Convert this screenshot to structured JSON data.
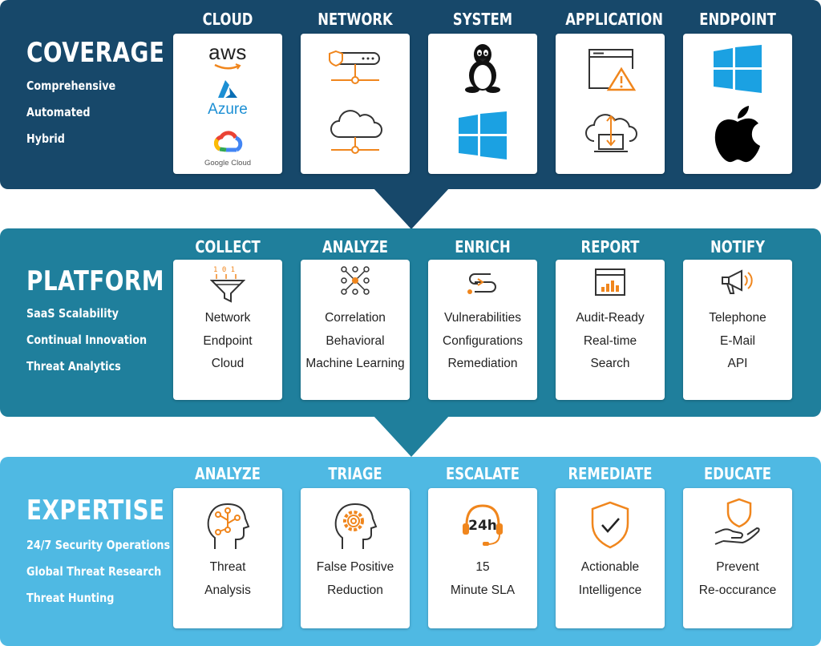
{
  "coverage": {
    "title": "COVERAGE",
    "items": [
      "Comprehensive",
      "Automated",
      "Hybrid"
    ],
    "columns": [
      {
        "title": "CLOUD",
        "labels": [
          "aws",
          "Azure",
          "Google Cloud"
        ]
      },
      {
        "title": "NETWORK"
      },
      {
        "title": "SYSTEM"
      },
      {
        "title": "APPLICATION"
      },
      {
        "title": "ENDPOINT"
      }
    ]
  },
  "platform": {
    "title": "PLATFORM",
    "items": [
      "SaaS Scalability",
      "Continual Innovation",
      "Threat Analytics"
    ],
    "columns": [
      {
        "title": "COLLECT",
        "lines": [
          "Network",
          "Endpoint",
          "Cloud"
        ]
      },
      {
        "title": "ANALYZE",
        "lines": [
          "Correlation",
          "Behavioral",
          "Machine Learning"
        ]
      },
      {
        "title": "ENRICH",
        "lines": [
          "Vulnerabilities",
          "Configurations",
          "Remediation"
        ]
      },
      {
        "title": "REPORT",
        "lines": [
          "Audit-Ready",
          "Real-time",
          "Search"
        ]
      },
      {
        "title": "NOTIFY",
        "lines": [
          "Telephone",
          "E-Mail",
          "API"
        ]
      }
    ]
  },
  "expertise": {
    "title": "EXPERTISE",
    "items": [
      "24/7 Security Operations",
      "Global Threat Research",
      "Threat Hunting"
    ],
    "columns": [
      {
        "title": "ANALYZE",
        "lines": [
          "Threat",
          "Analysis"
        ]
      },
      {
        "title": "TRIAGE",
        "lines": [
          "False Positive",
          "Reduction"
        ]
      },
      {
        "title": "ESCALATE",
        "lines": [
          "15",
          "Minute SLA"
        ],
        "icon_text": "24h"
      },
      {
        "title": "REMEDIATE",
        "lines": [
          "Actionable",
          "Intelligence"
        ]
      },
      {
        "title": "EDUCATE",
        "lines": [
          "Prevent",
          "Re-occurance"
        ]
      }
    ]
  },
  "colors": {
    "coverage_band": "#17486a",
    "platform_band": "#1f7f9c",
    "expertise_band": "#4fb9e3",
    "accent_orange": "#f0861d"
  },
  "icons": {
    "network": [
      "firewall-server-icon",
      "cloud-network-icon"
    ],
    "system": [
      "linux-tux-icon",
      "windows-logo-icon"
    ],
    "application": [
      "browser-warning-icon",
      "cloud-laptop-icon"
    ],
    "endpoint": [
      "windows-logo-icon",
      "apple-logo-icon"
    ],
    "platform": [
      "funnel-icon",
      "neural-nodes-icon",
      "arrows-loop-icon",
      "report-chart-icon",
      "megaphone-icon"
    ],
    "expertise": [
      "head-circuit-icon",
      "head-gear-icon",
      "headset-24h-icon",
      "shield-check-icon",
      "hand-shield-icon"
    ]
  }
}
